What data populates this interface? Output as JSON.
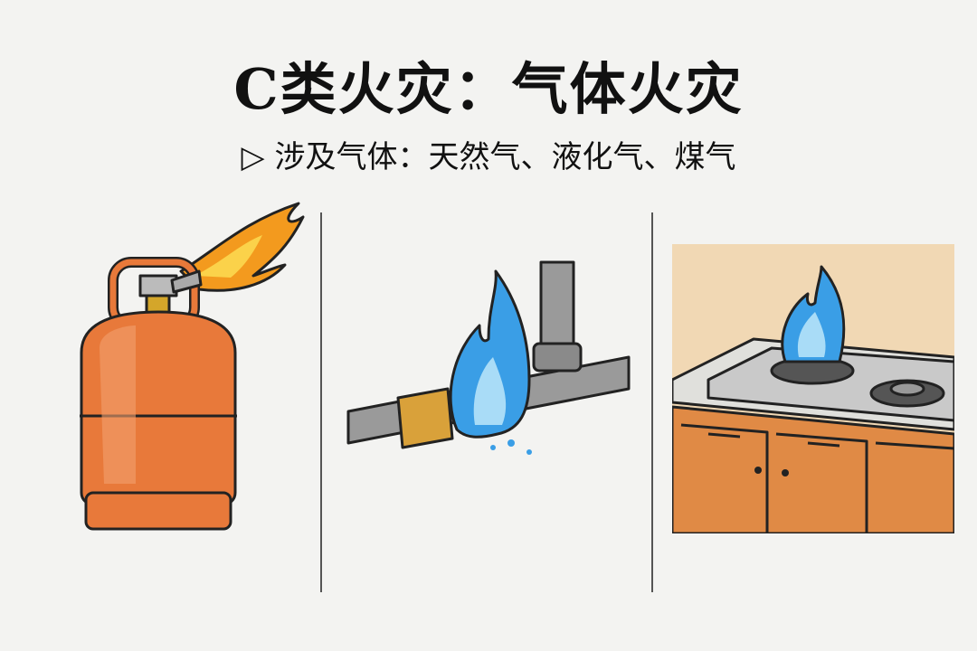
{
  "title": "C类火灾：气体火灾",
  "subtitle": {
    "marker": "▷",
    "text": "涉及气体：天然气、液化气、煤气"
  },
  "panels": [
    {
      "icon": "gas-cylinder-fire"
    },
    {
      "icon": "gas-pipe-leak-fire"
    },
    {
      "icon": "gas-stove-flame"
    }
  ],
  "colors": {
    "cylinder": "#e8793a",
    "orange_flame": "#f39a1e",
    "blue_flame": "#3a9ee6",
    "pipe": "#9a9a9a",
    "cabinet": "#e08a45",
    "wall": "#f1d8b4"
  }
}
